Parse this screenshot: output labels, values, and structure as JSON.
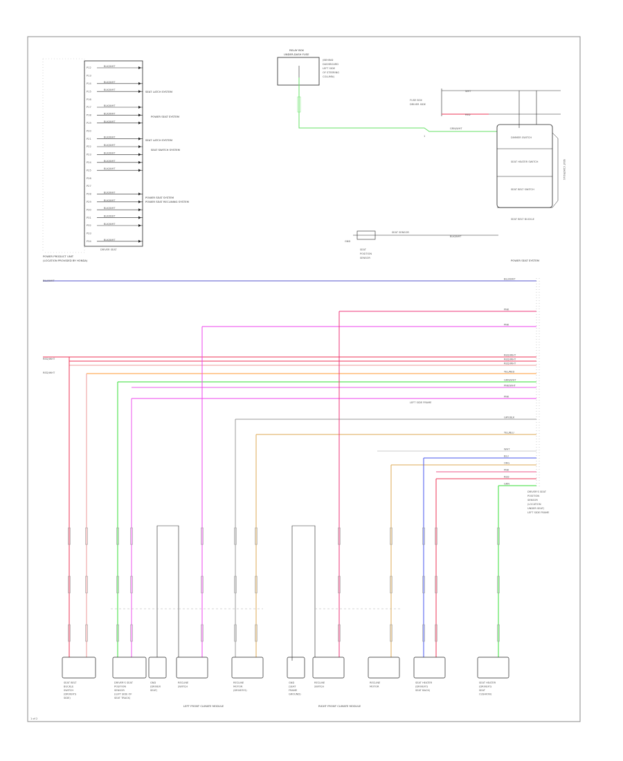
{
  "diagram": {
    "ecu_top_left": {
      "caption_1": "POWER PRODUCT UNIT",
      "caption_2": "(LOCATION PROVIDED BY HONDA)",
      "pin_rows": [
        {
          "pin": "P12",
          "wire": "BLK/WHT"
        },
        {
          "pin": "P13",
          "wire": ""
        },
        {
          "pin": "P14",
          "wire": "BLK/WHT"
        },
        {
          "pin": "P15",
          "wire": "BLK/WHT"
        },
        {
          "pin": "P16",
          "wire": ""
        },
        {
          "pin": "P17",
          "wire": "BLK/WHT"
        },
        {
          "pin": "P18",
          "wire": "BLK/WHT"
        },
        {
          "pin": "P19",
          "wire": "BLK/WHT"
        },
        {
          "pin": "P20",
          "wire": ""
        },
        {
          "pin": "P21",
          "wire": "BLK/WHT"
        },
        {
          "pin": "P22",
          "wire": "BLK/WHT"
        },
        {
          "pin": "P23",
          "wire": "BLK/WHT"
        },
        {
          "pin": "P24",
          "wire": "BLK/WHT"
        },
        {
          "pin": "P25",
          "wire": "BLK/WHT"
        },
        {
          "pin": "P26",
          "wire": ""
        },
        {
          "pin": "P27",
          "wire": ""
        },
        {
          "pin": "P28",
          "wire": "BLK/WHT"
        },
        {
          "pin": "P29",
          "wire": "BLK/WHT"
        },
        {
          "pin": "P30",
          "wire": "BLK/WHT"
        },
        {
          "pin": "P31",
          "wire": "BLK/WHT"
        },
        {
          "pin": "P32",
          "wire": "BLK/WHT"
        },
        {
          "pin": "P33",
          "wire": ""
        },
        {
          "pin": "P34",
          "wire": "BLK/WHT"
        }
      ],
      "group_labels": [
        "SEAT LATCH SYSTEM",
        "POWER SEAT SYSTEM",
        "SEAT LATCH SYSTEM",
        "SEAT SWITCH SYSTEM",
        "POWER SEAT SYSTEM",
        "POWER SEAT RECLINING SYSTEM"
      ],
      "bottom_row": "DRIVER SEAT"
    },
    "top_center": {
      "box_title_1": "RELAY BOX",
      "box_title_2": "UNDER-DASH FUSE",
      "note_lines": [
        "(BEHIND",
        "DASHBOARD",
        "LEFT SIDE",
        "OF STEERING",
        "COLUMN)"
      ],
      "wire": "GRN/WHT",
      "pin": "1"
    },
    "top_right": {
      "components": [
        "DIMMER SWITCH",
        "SEAT HEATER SWITCH",
        "SEAT BELT SWITCH",
        "SEAT BELT BUCKLE"
      ],
      "side_label": "SEAT CONTROLS",
      "caption": "POWER SEAT SYSTEM",
      "wires": [
        "WHT",
        "RED",
        "GRN/WHT"
      ],
      "fuse_label": "FUSE BOX",
      "fuse_note": "DRIVER SIDE"
    },
    "mid_center": {
      "component": "SEAT SENSOR",
      "left_label": "GND",
      "below_labels": [
        "SEAT",
        "POSITION",
        "SENSOR"
      ],
      "wire": "BLK/WHT"
    },
    "bus": {
      "wires": [
        "BLU/WHT",
        "PNK",
        "PNK",
        "RED/WHT",
        "RED/WHT",
        "RED/WHT",
        "YEL/RED",
        "GRN/WHT",
        "PNK/WHT",
        "PNK",
        "GRY/BLK",
        "YEL/BLU",
        "WHT",
        "BLU",
        "ORG",
        "PNK",
        "RED",
        "GRN"
      ],
      "side_labels": [
        "BLU/WHT",
        "RED/WHT",
        "RED/WHT"
      ],
      "connector_caption_lines": [
        "DRIVER'S SEAT",
        "POSITION",
        "SENSOR",
        "(LOCATION",
        "UNDER SEAT)",
        "LEFT SIDE FRAME"
      ],
      "legend_flag": "LEFT SIDE FRAME"
    },
    "bottom_components": [
      {
        "name": "SEAT BELT BUCKLE SWITCH",
        "lines": [
          "SEAT BELT",
          "BUCKLE",
          "SWITCH",
          "(DRIVER'S",
          "SIDE)"
        ]
      },
      {
        "name": "SEAT POSITION SENSOR",
        "lines": [
          "DRIVER'S SEAT",
          "POSITION",
          "SENSOR",
          "(LEFT SIDE OF",
          "SEAT TRACK)"
        ]
      },
      {
        "name": "FRONT SEAT GROUND",
        "lines": [
          "GND",
          "(DRIVER",
          "SEAT)"
        ]
      },
      {
        "name": "RECLINE SWITCH L",
        "lines": [
          "RECLINE",
          "SWITCH"
        ]
      },
      {
        "name": "RECLINE MOTOR L",
        "lines": [
          "RECLINE",
          "MOTOR",
          "(DRIVER'S)"
        ]
      },
      {
        "name": "SEAT SENSOR GND",
        "lines": [
          "GND",
          "(SEAT",
          "FRAME",
          "GROUND)"
        ]
      },
      {
        "name": "RECLINE SWITCH R",
        "lines": [
          "RECLINE",
          "SWITCH"
        ]
      },
      {
        "name": "RECLINE MOTOR R",
        "lines": [
          "RECLINE",
          "MOTOR"
        ]
      },
      {
        "name": "SEAT HEATER LEFT",
        "lines": [
          "SEAT HEATER",
          "(DRIVER'S",
          "SEAT BACK)"
        ]
      },
      {
        "name": "SEAT HEATER RIGHT",
        "lines": [
          "SEAT HEATER",
          "(DRIVER'S",
          "SEAT",
          "CUSHION)"
        ]
      }
    ],
    "group_captions": [
      "LEFT FRONT CLIMATE MODULE",
      "RIGHT FRONT CLIMATE MODULE"
    ],
    "footer_code": "1 of 2"
  }
}
